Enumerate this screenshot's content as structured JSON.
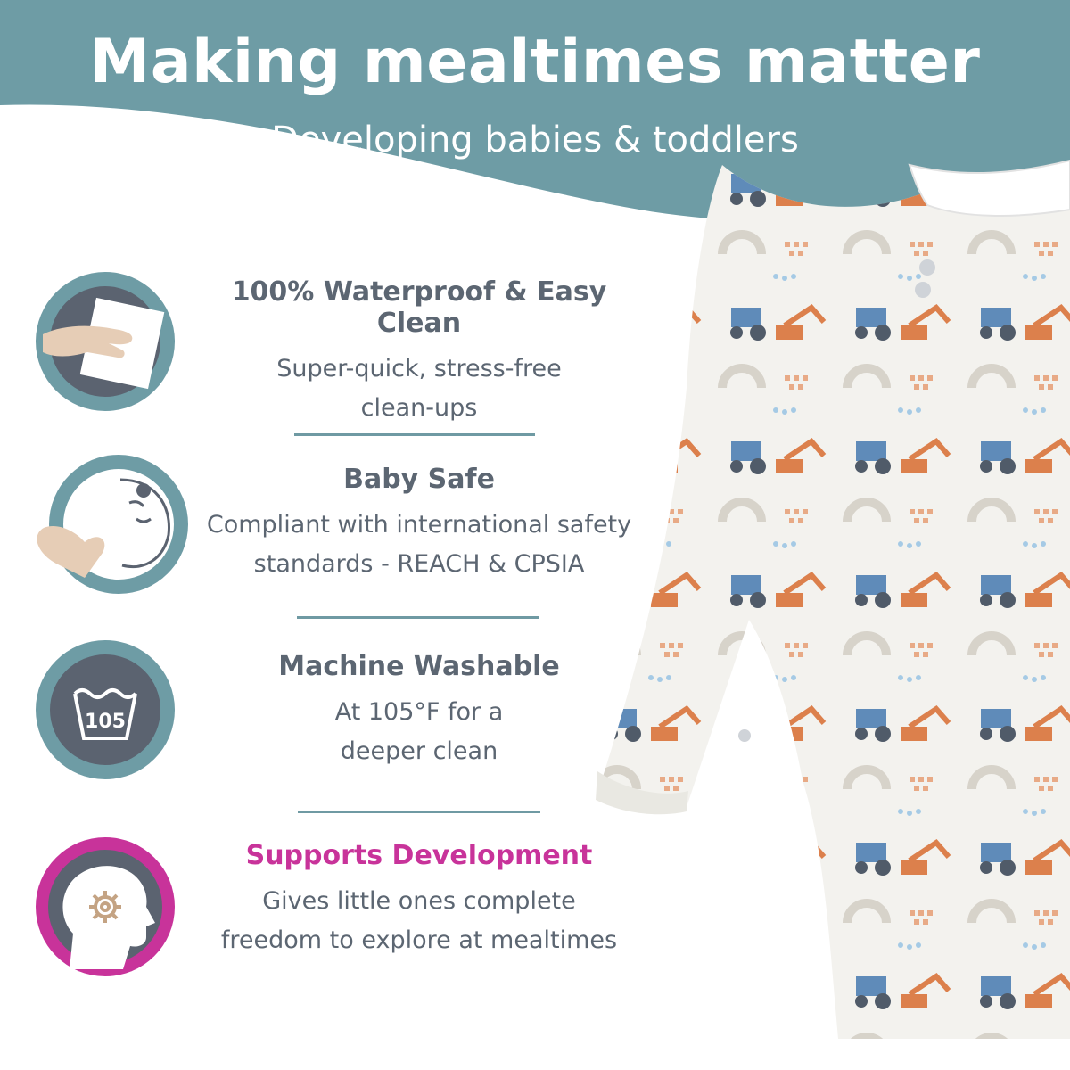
{
  "header": {
    "title": "Making mealtimes matter",
    "subtitle": "Developing babies & toddlers"
  },
  "colors": {
    "header_bg": "#6e9ca5",
    "text": "#5c6672",
    "accent": "#c8339a",
    "badge_ring": "#6e9ca5",
    "badge_fill": "#5b6370"
  },
  "features": [
    {
      "icon": "hand-wipe-icon",
      "title": "100% Waterproof & Easy Clean",
      "desc_line1": "Super-quick, stress-free",
      "desc_line2": "clean-ups"
    },
    {
      "icon": "baby-heart-icon",
      "title": "Baby Safe",
      "desc_line1": "Compliant with international safety",
      "desc_line2": "standards  - REACH & CPSIA"
    },
    {
      "icon": "wash-basin-icon",
      "icon_label": "105",
      "title": "Machine Washable",
      "desc_line1": "At 105°F for a",
      "desc_line2": "deeper clean"
    },
    {
      "icon": "head-gear-icon",
      "title": "Supports Development",
      "desc_line1": "Gives little ones complete",
      "desc_line2": "freedom to explore at mealtimes"
    }
  ]
}
